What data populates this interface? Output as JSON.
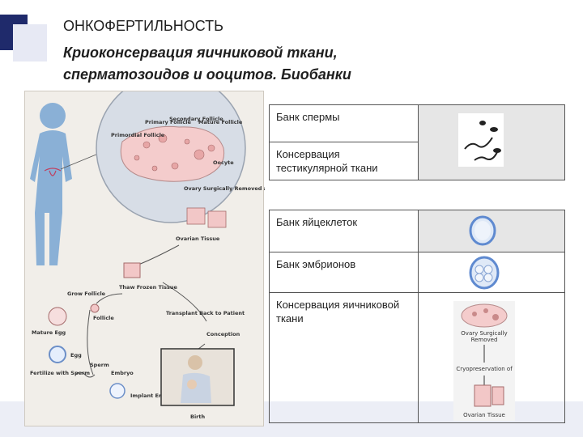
{
  "slide": {
    "title": "ОНКОФЕРТИЛЬНОСТЬ",
    "subtitle": "Криоконсервация яичниковой ткани, сперматозоидов и ооцитов. Биобанки"
  },
  "figure": {
    "labels": {
      "primary_follicle": "Primary Follicle",
      "secondary_follicle": "Secondary Follicle",
      "mature_follicle": "Mature Follicle",
      "primordial_follicle": "Primordial Follicle",
      "oocyte": "Oocyte",
      "ovary_removed": "Ovary Surgically Removed and Cryopreserved",
      "ovarian_tissue": "Ovarian Tissue",
      "thaw": "Thaw Frozen Tissue",
      "grow_follicle": "Grow Follicle",
      "follicle": "Follicle",
      "transplant": "Transplant Back to Patient",
      "mature_egg": "Mature Egg",
      "conception": "Conception",
      "egg": "Egg",
      "sperm": "Sperm",
      "fertilize": "Fertilize with Sperm",
      "embryo": "Embryo",
      "implant": "Implant Embryo into Patient",
      "birth": "Birth"
    }
  },
  "table1": {
    "rows": [
      "Банк спермы",
      "Консервация тестикулярной ткани"
    ]
  },
  "table2": {
    "rows": [
      "Банк яйцеклеток",
      "Банк эмбрионов",
      "Консервация яичниковой ткани"
    ]
  },
  "ovary_panel": {
    "removed": "Ovary Surgically Removed",
    "cryo": "Cryopreservation of",
    "tissue": "Ovarian Tissue"
  },
  "colors": {
    "accent_dark": "#1f2a6b",
    "accent_light": "#e7e9f4",
    "figure_bg": "#f1eee9",
    "silhouette": "#8ab0d6",
    "tissue_pink": "#f2c7c7"
  }
}
